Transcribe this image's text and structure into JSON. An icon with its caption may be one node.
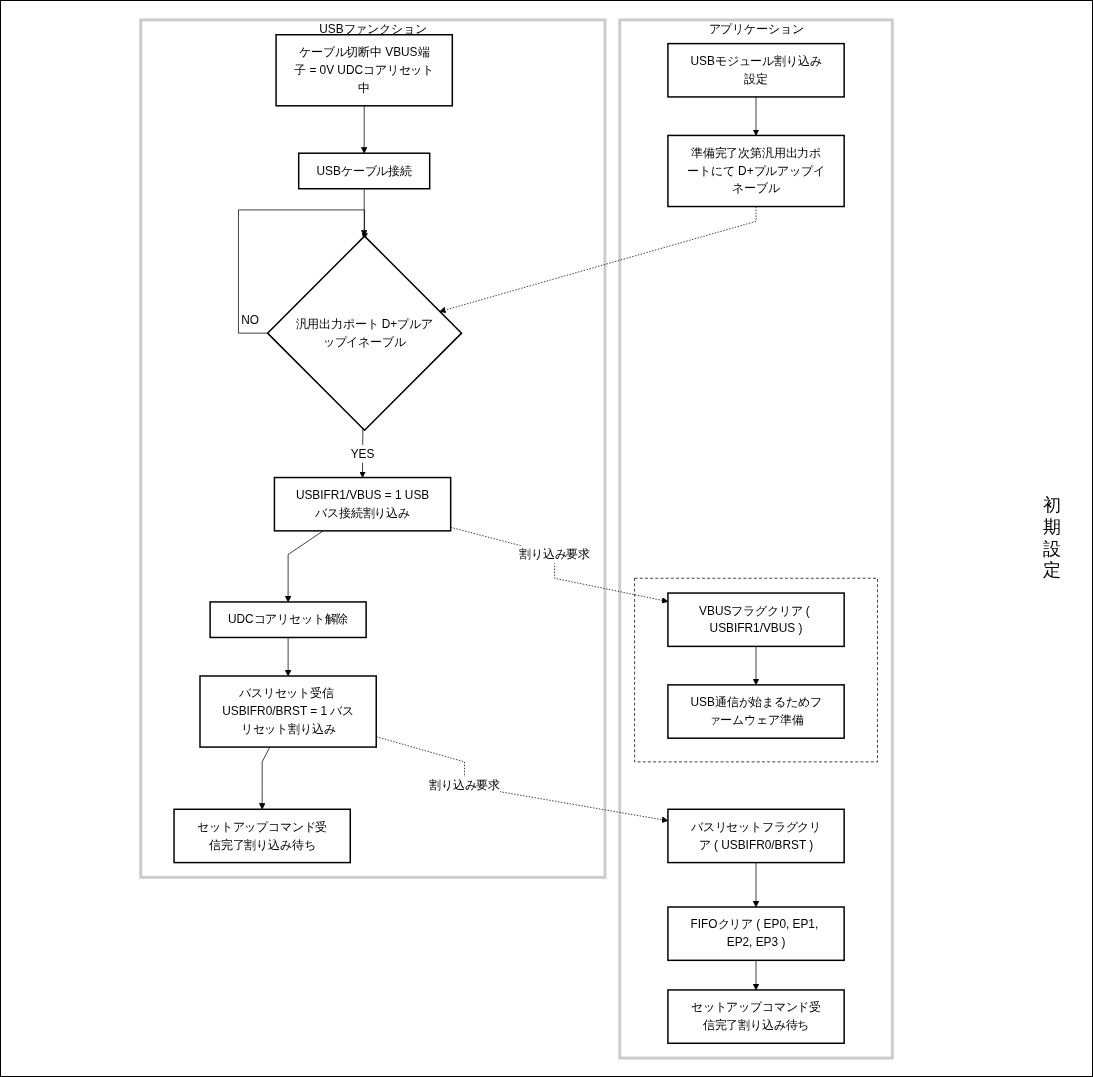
{
  "diagram": {
    "nodes": [
      {
        "text": [
          "USBファンクション"
        ]
      },
      {
        "text": [
          "ケーブル切断中 VBUS端子 = 0V UDCコアリセット中"
        ],
        "in": 0
      },
      {
        "text": [
          "USBケーブル接続"
        ],
        "in": 0
      },
      {
        "text": [
          "汎用出力ポート D+プルアップイネーブル"
        ],
        "in": 0
      },
      {
        "text": [
          "USBIFR1/VBUS = 1 USBバス接続割り込み"
        ],
        "in": 0
      },
      {
        "text": [
          "UDCコアリセット解除"
        ],
        "in": 0
      },
      {
        "text": [
          "バスリセット受信 USBIFR0/BRST = 1 バスリセット割り込み"
        ],
        "in": 0
      },
      {
        "text": [
          "セットアップコマンド受信完了割り込み待ち"
        ],
        "in": 0
      },
      {
        "text": [
          "アプリケーション"
        ]
      },
      {
        "text": [
          "USBモジュール割り込み設定"
        ],
        "in": 8
      },
      {
        "text": [
          "準備完了次第汎用出力ポートにて D+プルアップイネーブル"
        ],
        "in": 8
      },
      {
        "text": [],
        "shape": "box",
        "in": 8
      },
      {
        "text": [
          "VBUSフラグクリア ( USBIFR1/VBUS )"
        ],
        "in": 11
      },
      {
        "text": [
          "USB通信が始まるためファームウェア準備"
        ],
        "in": 11
      },
      {
        "text": [
          "バスリセットフラグクリア ( USBIFR0/BRST )"
        ],
        "in": 8
      },
      {
        "text": [
          "FIFOクリア ( EP0, EP1, EP2, EP3 )"
        ],
        "in": 8
      },
      {
        "text": [
          "セットアップコマンド受信完了割り込み待ち"
        ],
        "in": 8
      }
    ],
    "edges": [
      {
        "from": 1,
        "to": 2,
        "arrow": "to"
      },
      {
        "from": 2,
        "to": 3,
        "arrow": "to"
      },
      {
        "from": 3,
        "to": 3,
        "arrow": "to",
        "label": "NO"
      },
      {
        "from": 3,
        "to": 4,
        "arrow": "to",
        "label": "YES"
      },
      {
        "from": 4,
        "to": 5,
        "arrow": "to"
      },
      {
        "from": 5,
        "to": 6,
        "arrow": "to"
      },
      {
        "from": 6,
        "to": 7,
        "arrow": "to"
      },
      {
        "from": 9,
        "to": 10,
        "arrow": "to"
      },
      {
        "from": 10,
        "to": 3,
        "arrow": "to",
        "style": "dashed"
      },
      {
        "from": 4,
        "to": 12,
        "arrow": "to",
        "style": "dashed",
        "label": "割り込み要求"
      },
      {
        "from": 12,
        "to": 13,
        "arrow": "to"
      },
      {
        "from": 6,
        "to": 14,
        "arrow": "to",
        "style": "dashed",
        "label": "割り込み要求"
      },
      {
        "from": 14,
        "to": 15,
        "arrow": "to"
      },
      {
        "from": 15,
        "to": 16,
        "arrow": "to"
      }
    ],
    "labels": [
      "初期設定"
    ]
  }
}
